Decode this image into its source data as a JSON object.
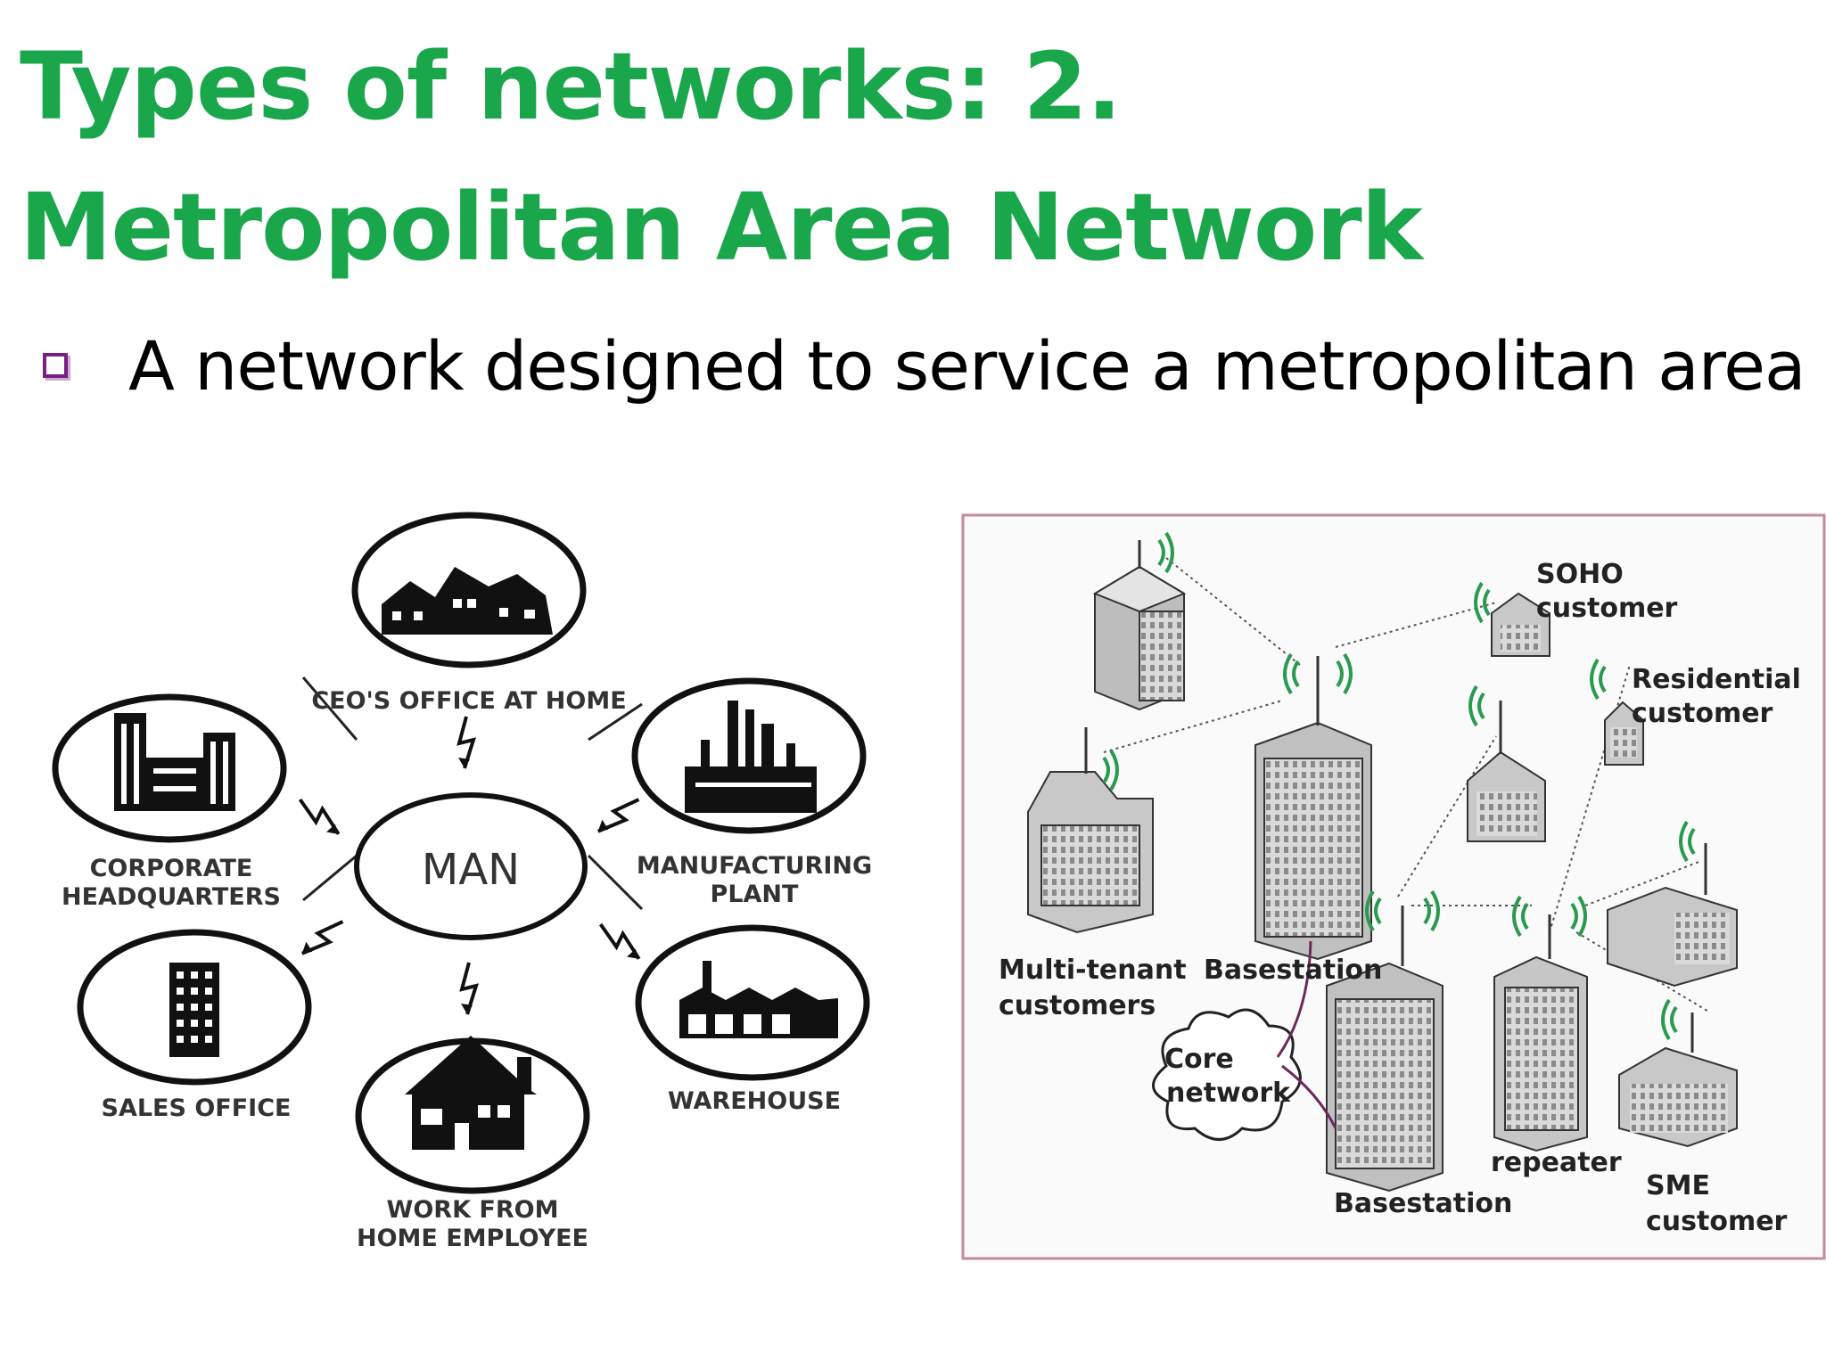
{
  "slide": {
    "title": "Types of networks: 2. Metropolitan Area Network",
    "bullet": "A network designed to service a metropolitan area"
  },
  "colors": {
    "title": "#1aa64a",
    "bullet_box": "#7a1e86",
    "frame": "#c48a98"
  },
  "man_diagram": {
    "center": "MAN",
    "nodes": {
      "ceo": "CEO'S OFFICE AT HOME",
      "corporate_line1": "CORPORATE",
      "corporate_line2": "HEADQUARTERS",
      "manufacturing_line1": "MANUFACTURING",
      "manufacturing_line2": "PLANT",
      "sales": "SALES OFFICE",
      "warehouse": "WAREHOUSE",
      "home_line1": "WORK FROM",
      "home_line2": "HOME EMPLOYEE"
    }
  },
  "metro_diagram": {
    "labels": {
      "soho_line1": "SOHO",
      "soho_line2": "customer",
      "residential_line1": "Residential",
      "residential_line2": "customer",
      "multitenant_line1": "Multi-tenant",
      "multitenant_line2": "customers",
      "basestation_top": "Basestation",
      "core_line1": "Core",
      "core_line2": "network",
      "repeater": "repeater",
      "basestation_bottom": "Basestation",
      "sme_line1": "SME",
      "sme_line2": "customer"
    }
  }
}
